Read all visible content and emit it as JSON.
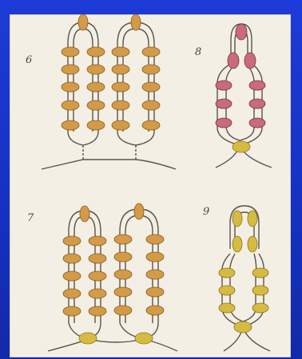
{
  "figures": [
    {
      "id": "fig6",
      "label": "6"
    },
    {
      "id": "fig7",
      "label": "7"
    },
    {
      "id": "fig8",
      "label": "8"
    },
    {
      "id": "fig9",
      "label": "9"
    }
  ],
  "colors": {
    "background_blue": "#1a35cf",
    "page": "#f3efe4",
    "line": "#5a544a",
    "bead_orange": "#d39a48",
    "bead_pink": "#c96b7a",
    "bead_yellow": "#d6bb43"
  }
}
